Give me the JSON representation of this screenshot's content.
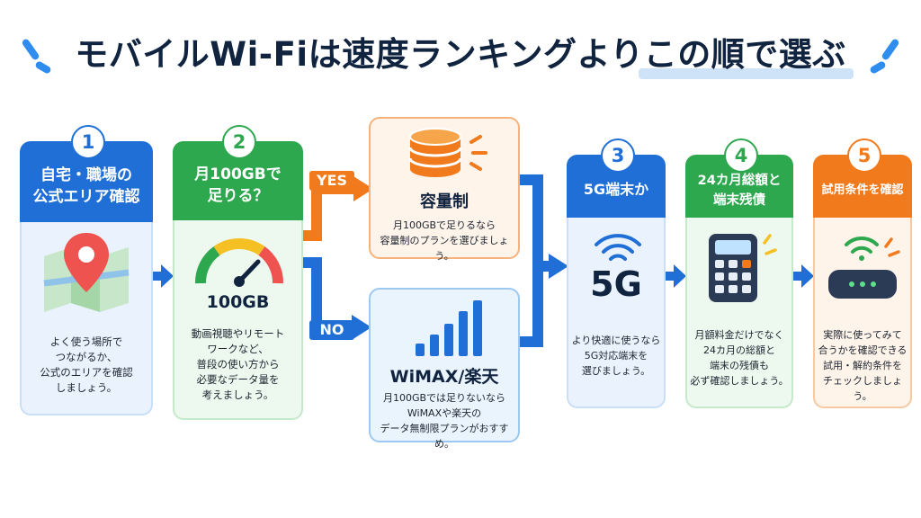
{
  "title": {
    "part1": "モバイルWi-Fiは速度ランキングより",
    "part2": "この順で選ぶ"
  },
  "colors": {
    "blue": "#1f6fd6",
    "green": "#2ea84f",
    "orange": "#f07a1c",
    "navy": "#10233f"
  },
  "steps": {
    "s1": {
      "number": "1",
      "title": "自宅・職場の\n公式エリア確認",
      "desc": "よく使う場所で\nつながるか、\n公式のエリアを確認\nしましょう。",
      "icon": "map-pin-icon"
    },
    "s2": {
      "number": "2",
      "title": "月100GBで\n足りる？",
      "gauge_label": "100GB",
      "desc": "動画視聴やリモート\nワークなど、\n普段の使い方から\n必要なデータ量を\n考えましょう。",
      "icon": "gauge-icon"
    },
    "s3": {
      "number": "3",
      "title": "5G端末か",
      "badge": "5G",
      "desc": "より快適に使うなら\n5G対応端末を\n選びましょう。",
      "icon": "wifi-icon"
    },
    "s4": {
      "number": "4",
      "title": "24カ月総額と\n端末残債",
      "desc": "月額料金だけでなく\n24カ月の総額と\n端末の残債も\n必ず確認しましょう。",
      "icon": "calculator-icon"
    },
    "s5": {
      "number": "5",
      "title": "試用条件を確認",
      "desc": "実際に使ってみて\n合うかを確認できる\n試用・解約条件を\nチェックしましょう。",
      "icon": "router-icon"
    }
  },
  "branch": {
    "yes_label": "YES",
    "no_label": "NO",
    "yes_box": {
      "title": "容量制",
      "desc": "月100GBで足りるなら\n容量制のプランを選びましょう。",
      "icon": "database-icon"
    },
    "no_box": {
      "title": "WiMAX/楽天",
      "desc": "月100GBでは足りないなら\nWiMAXや楽天の\nデータ無制限プランがおすすめ。",
      "icon": "signal-bars-icon"
    }
  }
}
